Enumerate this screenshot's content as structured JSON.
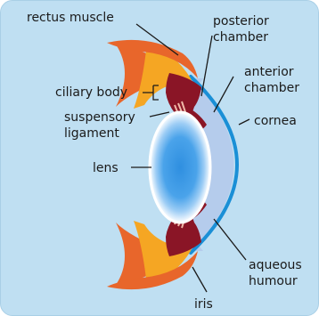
{
  "diagram": {
    "labels": {
      "rectus_muscle": "rectus muscle",
      "posterior_chamber": [
        "posterior",
        "chamber"
      ],
      "ciliary_body": "ciliary body",
      "anterior_chamber": [
        "anterior",
        "chamber"
      ],
      "suspensory_ligament": [
        "suspensory",
        "ligament"
      ],
      "cornea": "cornea",
      "lens": "lens",
      "aqueous_humour": [
        "aqueous",
        "humour"
      ],
      "iris": "iris"
    },
    "colors": {
      "background": "#bfdff2",
      "sclera_outer": "#e8662b",
      "sclera_inner": "#f5a623",
      "ciliary_body": "#8a1526",
      "cornea": "#1a8fd6",
      "aqueous": "#b5ccec",
      "lens_core": "#2f8fe0",
      "lens_rim": "#ffffff"
    }
  }
}
